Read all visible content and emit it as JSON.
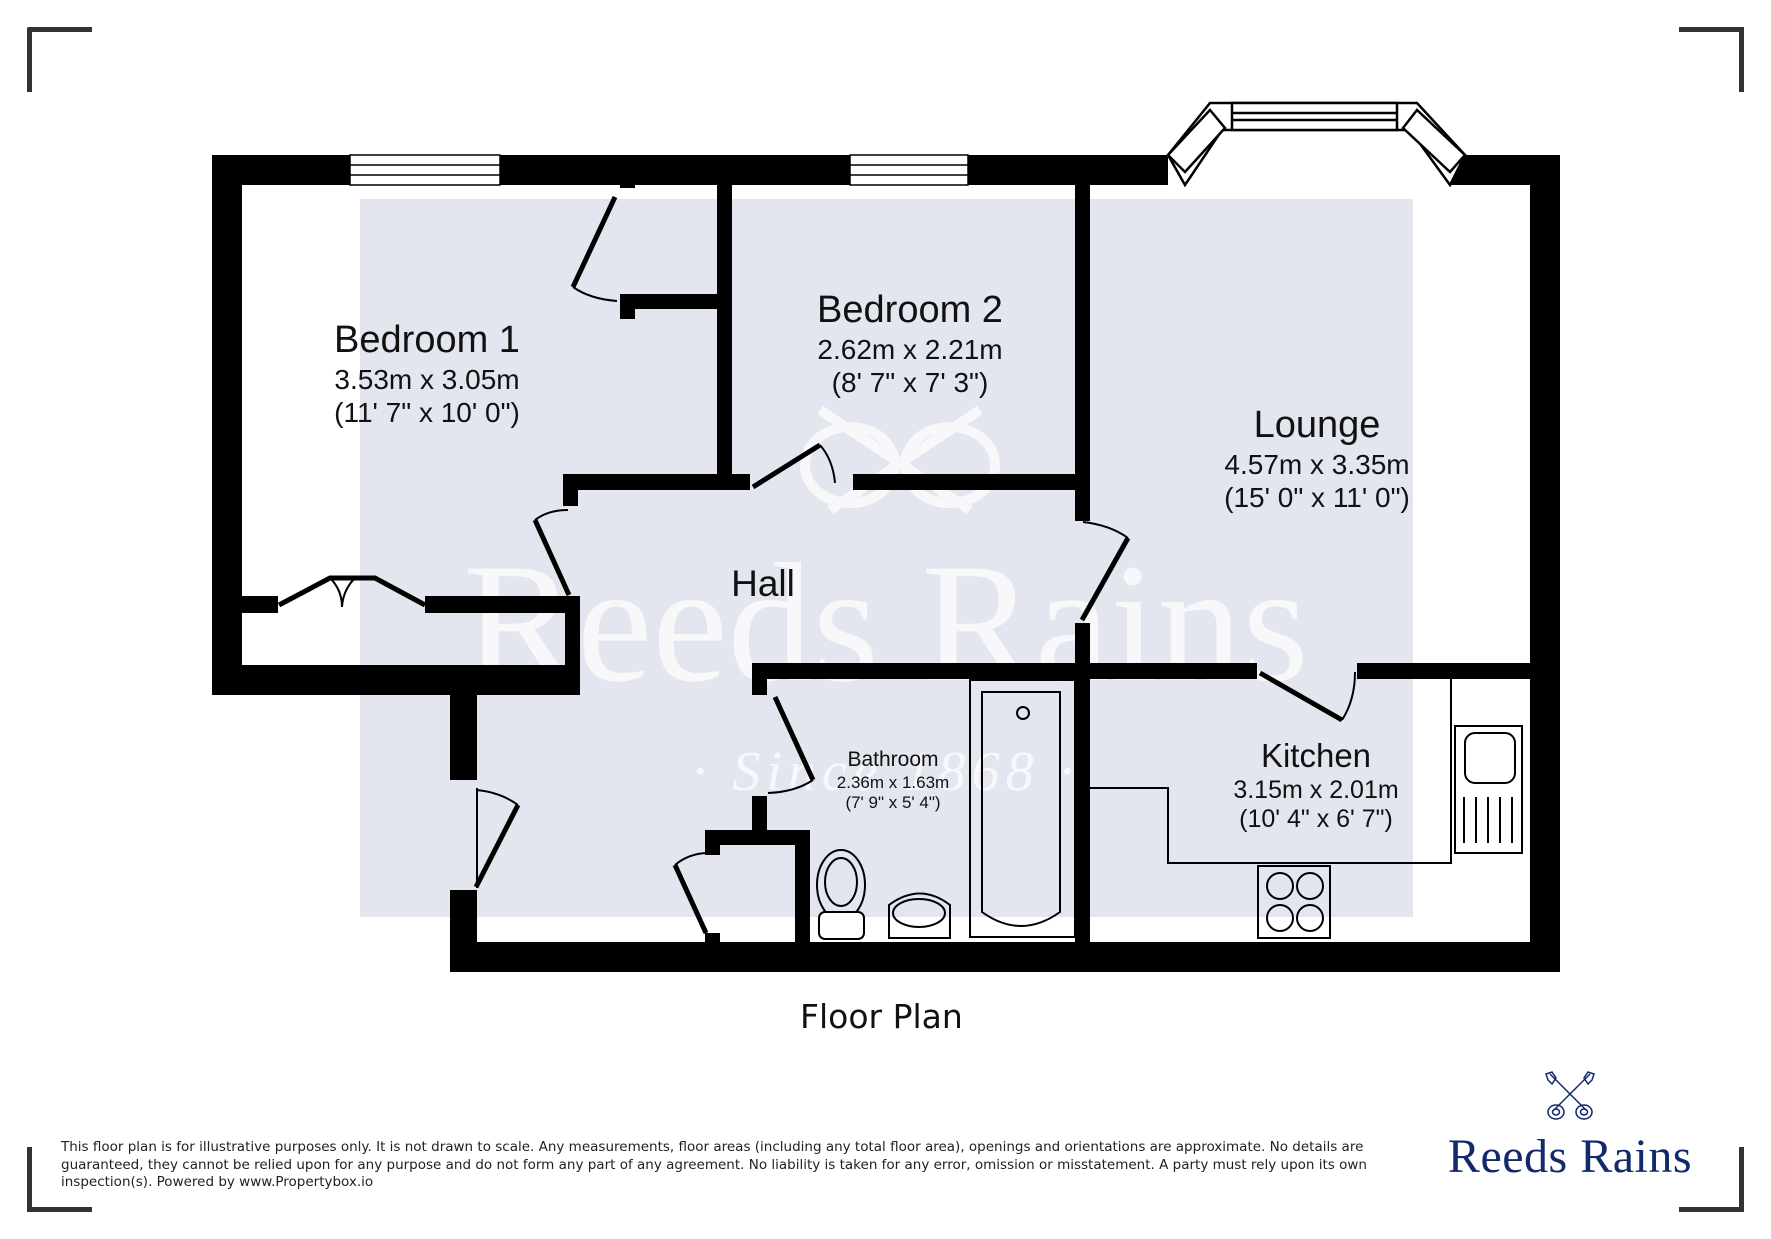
{
  "plan": {
    "caption": "Floor Plan",
    "watermark": {
      "brand": "Reeds Rains",
      "tagline": "· Since 1868 ·",
      "fill_color": "#e3e6ef"
    },
    "rooms": [
      {
        "name": "Bedroom 1",
        "metric": "3.53m x 3.05m",
        "imperial": "(11' 7\" x 10' 0\")"
      },
      {
        "name": "Bedroom 2",
        "metric": "2.62m x 2.21m",
        "imperial": "(8' 7\" x 7' 3\")"
      },
      {
        "name": "Lounge",
        "metric": "4.57m x 3.35m",
        "imperial": "(15' 0\" x 11' 0\")"
      },
      {
        "name": "Bathroom",
        "metric": "2.36m x 1.63m",
        "imperial": "(7' 9\" x 5' 4\")"
      },
      {
        "name": "Kitchen",
        "metric": "3.15m x 2.01m",
        "imperial": "(10' 4\" x 6' 7\")"
      }
    ],
    "hall_label": "Hall",
    "wall_color": "#000000"
  },
  "footer": {
    "disclaimer": "This floor plan is for illustrative purposes only. It is not drawn to scale. Any measurements, floor areas (including any total floor area), openings and orientations are approximate. No details are guaranteed, they cannot be relied upon for any purpose and do not form any part of any agreement. No liability is taken for any error, omission or misstatement. A party must rely upon its own inspection(s). Powered by www.Propertybox.io"
  },
  "brand": {
    "name": "Reeds Rains",
    "logo_icon": "crossed-keys-icon",
    "color": "#12296b"
  }
}
